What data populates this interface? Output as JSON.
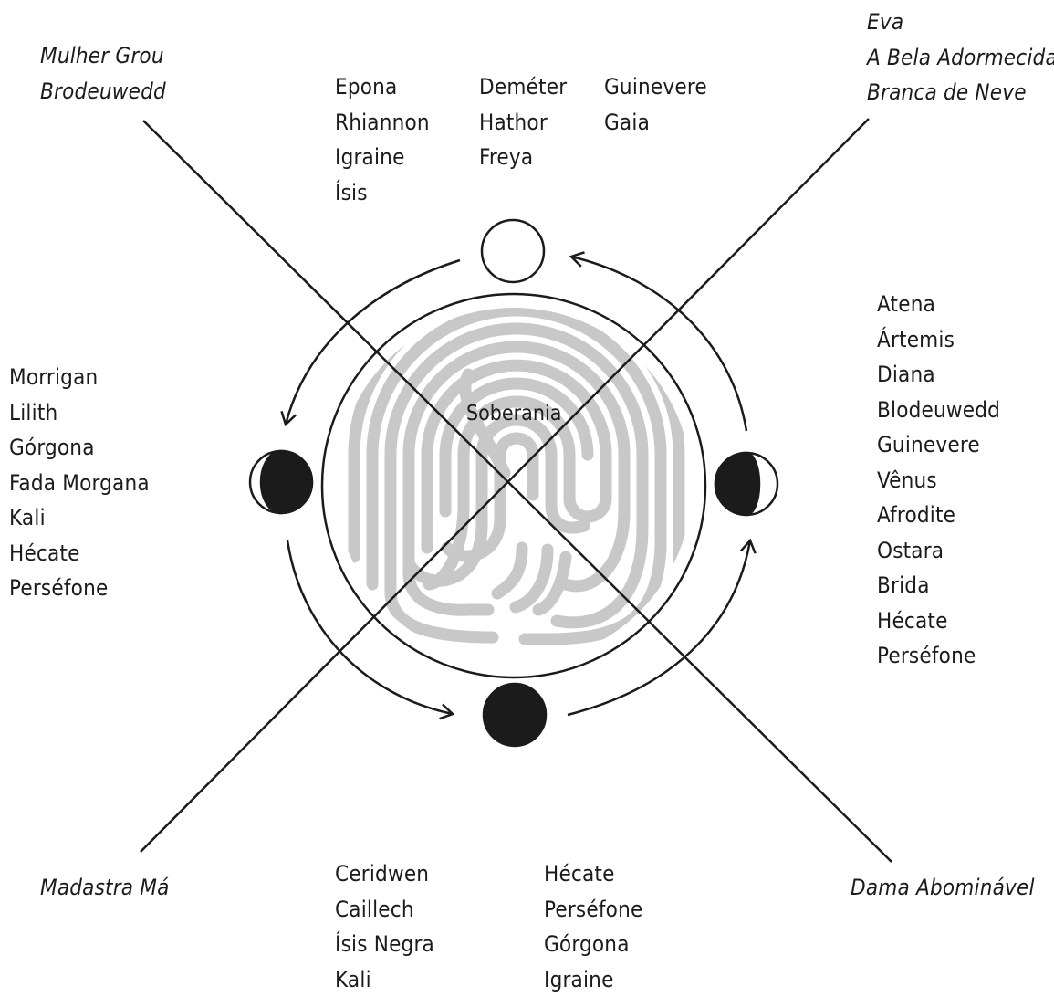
{
  "center_label": "Soberania",
  "corners": {
    "top_left": [
      "Mulher Grou",
      "Brodeuwedd"
    ],
    "top_right": [
      "Eva",
      "A Bela Adormecida",
      "Branca de Neve"
    ],
    "bottom_left": [
      "Madastra Má"
    ],
    "bottom_right": [
      "Dama Abominável"
    ]
  },
  "top": {
    "col1": [
      "Epona",
      "Rhiannon",
      "Igraine",
      "Ísis"
    ],
    "col2": [
      "Deméter",
      "Hathor",
      "Freya"
    ],
    "col3": [
      "Guinevere",
      "Gaia"
    ]
  },
  "left": [
    "Morrigan",
    "Lilith",
    "Górgona",
    "Fada Morgana",
    "Kali",
    "Hécate",
    "Perséfone"
  ],
  "right": [
    "Atena",
    "Ártemis",
    "Diana",
    "Blodeuwedd",
    "Guinevere",
    "Vênus",
    "Afrodite",
    "Ostara",
    "Brida",
    "Hécate",
    "Perséfone"
  ],
  "bottom": {
    "col1": [
      "Ceridwen",
      "Caillech",
      "Ísis Negra",
      "Kali"
    ],
    "col2": [
      "Hécate",
      "Perséfone",
      "Górgona",
      "Igraine"
    ]
  },
  "moon_phases": {
    "top": "full-moon",
    "right": "waxing-moon",
    "bottom": "new-moon",
    "left": "waning-moon"
  }
}
